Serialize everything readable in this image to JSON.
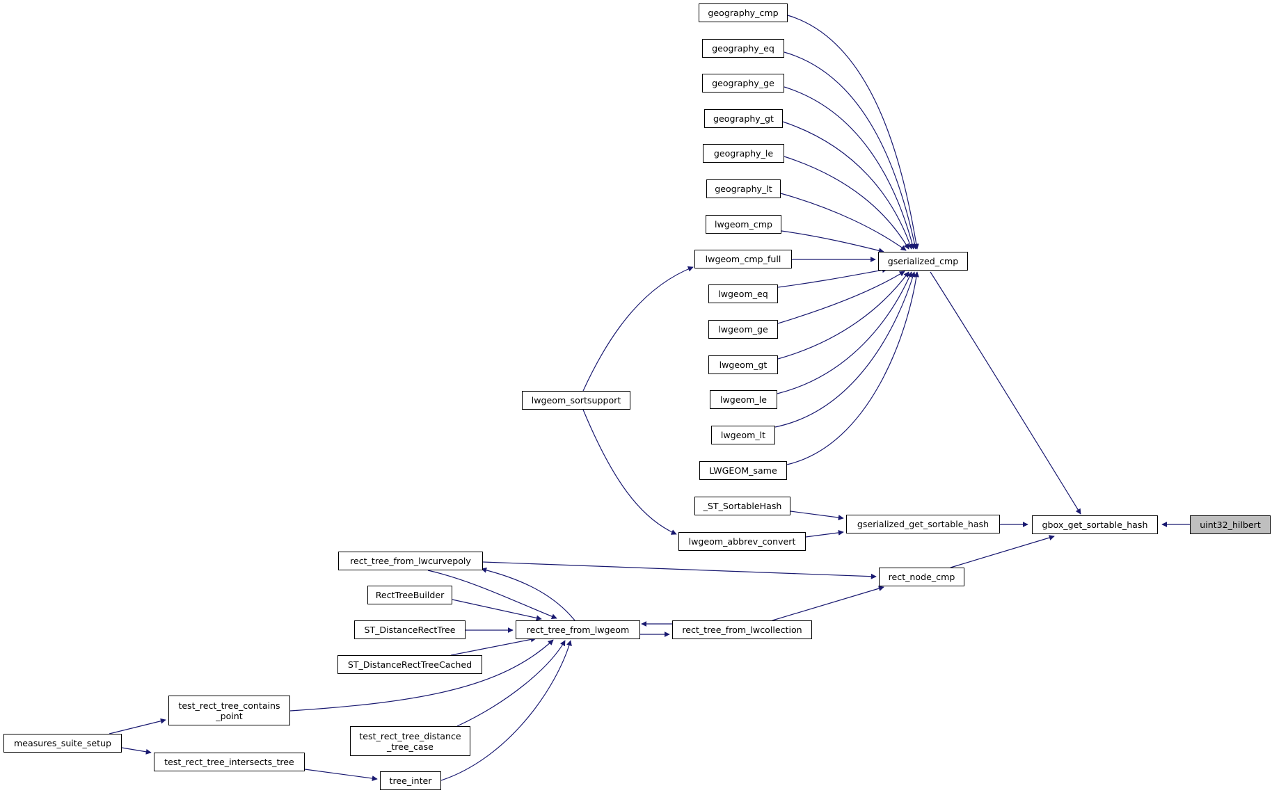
{
  "graph": {
    "edge_color": "#191970",
    "root_fill": "#bfbfbf",
    "nodes": {
      "uint32_hilbert": "uint32_hilbert",
      "gbox_get_sortable_hash": "gbox_get_sortable_hash",
      "gserialized_cmp": "gserialized_cmp",
      "geography_cmp": "geography_cmp",
      "geography_eq": "geography_eq",
      "geography_ge": "geography_ge",
      "geography_gt": "geography_gt",
      "geography_le": "geography_le",
      "geography_lt": "geography_lt",
      "lwgeom_cmp": "lwgeom_cmp",
      "lwgeom_cmp_full": "lwgeom_cmp_full",
      "lwgeom_eq": "lwgeom_eq",
      "lwgeom_ge": "lwgeom_ge",
      "lwgeom_gt": "lwgeom_gt",
      "lwgeom_le": "lwgeom_le",
      "lwgeom_lt": "lwgeom_lt",
      "LWGEOM_same": "LWGEOM_same",
      "lwgeom_sortsupport": "lwgeom_sortsupport",
      "_ST_SortableHash": "_ST_SortableHash",
      "gserialized_get_sortable_hash": "gserialized_get_sortable_hash",
      "lwgeom_abbrev_convert": "lwgeom_abbrev_convert",
      "rect_tree_from_lwcurvepoly": "rect_tree_from_lwcurvepoly",
      "rect_node_cmp": "rect_node_cmp",
      "RectTreeBuilder": "RectTreeBuilder",
      "ST_DistanceRectTree": "ST_DistanceRectTree",
      "rect_tree_from_lwgeom": "rect_tree_from_lwgeom",
      "rect_tree_from_lwcollection": "rect_tree_from_lwcollection",
      "ST_DistanceRectTreeCached": "ST_DistanceRectTreeCached",
      "test_rect_tree_contains_point": "test_rect_tree_contains\n_point",
      "measures_suite_setup": "measures_suite_setup",
      "test_rect_tree_distance_tree_case": "test_rect_tree_distance\n_tree_case",
      "test_rect_tree_intersects_tree": "test_rect_tree_intersects_tree",
      "tree_inter": "tree_inter"
    }
  }
}
